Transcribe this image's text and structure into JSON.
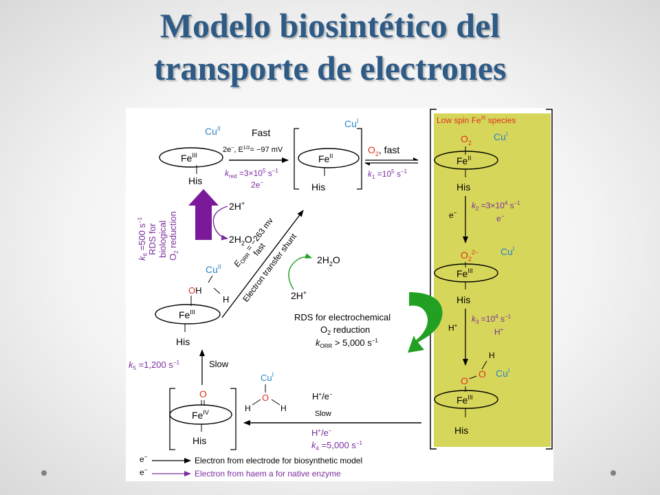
{
  "slide": {
    "title_line1": "Modelo biosintético del",
    "title_line2": "transporte de electrones"
  },
  "colors": {
    "title": "#2e5a86",
    "copper": "#2a84c8",
    "oxygen": "#e03020",
    "rate": "#7a2c9e",
    "highlight": "#d6d65a",
    "rds_arrow": "#7a1a9a",
    "green_arrow": "#22a022"
  },
  "diagram": {
    "panel_label": "Low spin Fe",
    "panel_label_sup": "III",
    "panel_label_end": " species",
    "his": "His",
    "top_left": {
      "cu": "Cu",
      "cu_sup": "II",
      "fe": "Fe",
      "fe_sup": "III"
    },
    "top_arrow": {
      "label": "Fast",
      "cond_a": "2e",
      "cond_a_sup": "−",
      "cond_b": ", E",
      "cond_b_sup": "1/2",
      "cond_c": "= −97 mV",
      "k": "k",
      "k_sub": "red",
      "k_val": " =3×10",
      "k_exp": "5",
      "k_unit": " s",
      "k_unit_sup": "−1",
      "below": "2e",
      "below_sup": "−"
    },
    "top_mid": {
      "cu": "Cu",
      "cu_sup": "I",
      "fe": "Fe",
      "fe_sup": "II"
    },
    "o2_arrow": {
      "o": "O",
      "o_sub": "2",
      "text": ", fast",
      "k": "k",
      "k_sub": "1",
      "k_val": " =10",
      "k_exp": "5",
      "k_unit": " s",
      "k_unit_sup": "−1"
    },
    "right1": {
      "o": "O",
      "o_sub": "2",
      "cu": "Cu",
      "cu_sup": "I",
      "fe": "Fe",
      "fe_sup": "II"
    },
    "k2": {
      "e_left": "e",
      "e_left_sup": "−",
      "k": "k",
      "k_sub": "2",
      "val": " =3×10",
      "exp": "4",
      "unit": " s",
      "unit_sup": "−1",
      "e_below": "e",
      "e_below_sup": "−"
    },
    "right2": {
      "o": "O",
      "o_sub": "2",
      "o_sup": "2−",
      "cu": "Cu",
      "cu_sup": "I",
      "fe": "Fe",
      "fe_sup": "III"
    },
    "k3": {
      "h_left": "H",
      "h_left_sup": "+",
      "k": "k",
      "k_sub": "3",
      "val": " =10",
      "exp": "4",
      "unit": " s",
      "unit_sup": "−1",
      "h_below": "H",
      "h_below_sup": "+"
    },
    "right3": {
      "o1": "O",
      "o1_sup": "−",
      "o2": "O",
      "h": "H",
      "cu": "Cu",
      "cu_sup": "I",
      "fe": "Fe",
      "fe_sup": "III"
    },
    "k6": {
      "k": "k",
      "k_sub": "6",
      "val": " =500 s",
      "val_sup": "−1",
      "line2": "RDS for",
      "line3": "biological",
      "line4a": "O",
      "line4_sub": "2",
      "line4b": " reduction"
    },
    "water1": {
      "a": "2H",
      "a_sup": "+",
      "b": "2H",
      "b_sub": "2",
      "b_end": "O"
    },
    "shunt": {
      "e": "E",
      "e_sub": "ORR",
      "e_val": " = −263 mv",
      "fast": "fast",
      "label": "Electron transfer shunt"
    },
    "water2": {
      "top": "2H",
      "top_sub": "2",
      "top_end": "O",
      "bottom": "2H",
      "bottom_sup": "+"
    },
    "mid_left": {
      "cu": "Cu",
      "cu_sup": "II",
      "o": "O",
      "oh": "H",
      "h": "H",
      "fe": "Fe",
      "fe_sup": "III"
    },
    "electro": {
      "line1": "RDS for electrochemical",
      "line2a": "O",
      "line2_sub": "2",
      "line2b": " reduction",
      "k": "k",
      "k_sub": "ORR",
      "val": " > 5,000 s",
      "val_sup": "−1",
      "hplus": "H",
      "hplus_sup": "+"
    },
    "k5": {
      "k": "k",
      "k_sub": "5",
      "val": " =1,200 s",
      "val_sup": "−1",
      "slow": "Slow"
    },
    "bottom_left": {
      "o": "O",
      "fe": "Fe",
      "fe_sup": "IV"
    },
    "water_mol": {
      "cu": "Cu",
      "cu_sup": "I",
      "h1": "H",
      "o": "O",
      "h2": "H"
    },
    "k4": {
      "top": "H",
      "top_sup": "+",
      "top_end": "/e",
      "top_end_sup": "−",
      "slow": "Slow",
      "mid": "H",
      "mid_sup": "+",
      "mid_end": "/e",
      "mid_end_sup": "−",
      "k": "k",
      "k_sub": "4",
      "val": " =5,000 s",
      "val_sup": "−1"
    },
    "legend": [
      {
        "symbol": "e",
        "symbol_sup": "−",
        "text": "Electron from electrode for biosynthetic model"
      },
      {
        "symbol": "e",
        "symbol_sup": "−",
        "text": "Electron from haem a for native enzyme"
      }
    ]
  }
}
